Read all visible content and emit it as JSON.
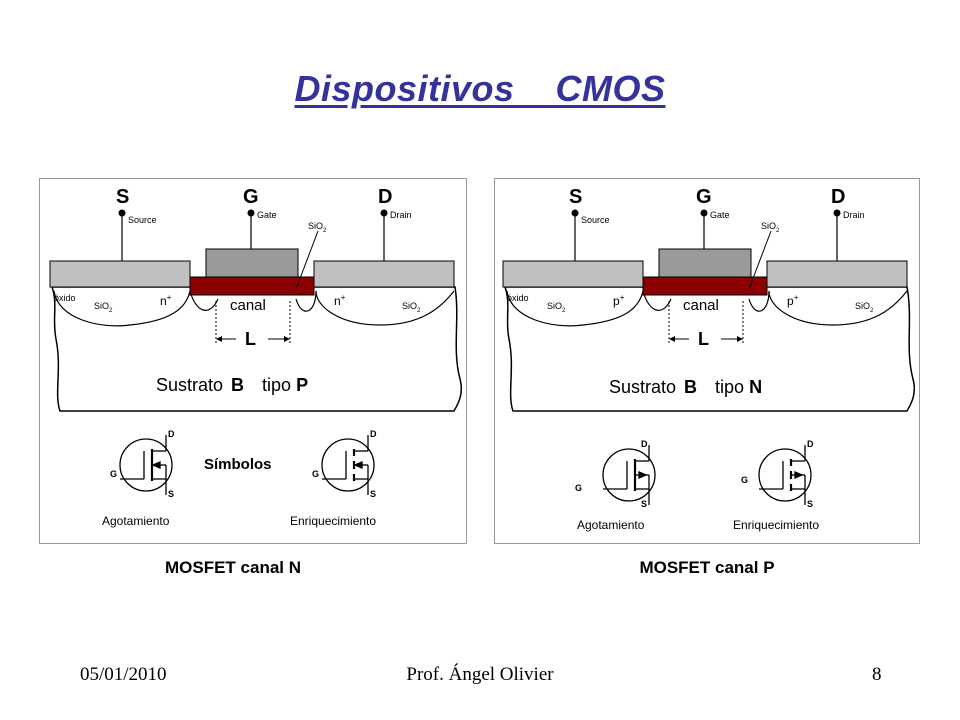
{
  "title": "Dispositivos  CMOS",
  "colors": {
    "title": "#33339a",
    "gate_metal": "#9a9a9a",
    "contact": "#c0c0c0",
    "oxide": "#8b0000"
  },
  "panel_n": {
    "terminals": {
      "S": "S",
      "G": "G",
      "D": "D"
    },
    "terminal_names": {
      "source": "Source",
      "gate": "Gate",
      "drain": "Drain"
    },
    "sio2_label": "SiO",
    "sio2_sub": "2",
    "oxide_label": "óxido",
    "doping_left": "n",
    "doping_right": "n",
    "doping_sup": "+",
    "channel_label": "canal",
    "length_label": "L",
    "substrate": {
      "prefix": "Sustrato",
      "terminal": "B",
      "type_prefix": "tipo",
      "type": "P"
    },
    "symbols_title": "Símbolos",
    "symbol_left": {
      "label": "Agotamiento",
      "g": "G",
      "d": "D",
      "s": "S",
      "icon": "nmos-depletion-icon"
    },
    "symbol_right": {
      "label": "Enriquecimiento",
      "g": "G",
      "d": "D",
      "s": "S",
      "icon": "nmos-enhancement-icon"
    },
    "caption": "MOSFET canal N"
  },
  "panel_p": {
    "terminals": {
      "S": "S",
      "G": "G",
      "D": "D"
    },
    "terminal_names": {
      "source": "Source",
      "gate": "Gate",
      "drain": "Drain"
    },
    "sio2_label": "SiO",
    "sio2_sub": "2",
    "oxide_label": "óxido",
    "doping_left": "p",
    "doping_right": "p",
    "doping_sup": "+",
    "channel_label": "canal",
    "length_label": "L",
    "substrate": {
      "prefix": "Sustrato",
      "terminal": "B",
      "type_prefix": "tipo",
      "type": "N"
    },
    "symbol_left": {
      "label": "Agotamiento",
      "g": "G",
      "d": "D",
      "s": "S",
      "icon": "pmos-depletion-icon"
    },
    "symbol_right": {
      "label": "Enriquecimiento",
      "g": "G",
      "d": "D",
      "s": "S",
      "icon": "pmos-enhancement-icon"
    },
    "caption": "MOSFET canal P"
  },
  "footer": {
    "date": "05/01/2010",
    "author": "Prof. Ángel Olivier",
    "page": "8"
  }
}
